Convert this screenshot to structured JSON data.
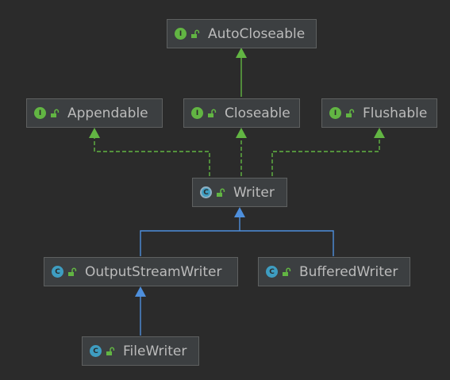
{
  "nodes": {
    "autocloseable": {
      "name": "AutoCloseable",
      "kind": "interface",
      "kind_letter": "I"
    },
    "appendable": {
      "name": "Appendable",
      "kind": "interface",
      "kind_letter": "I"
    },
    "closeable": {
      "name": "Closeable",
      "kind": "interface",
      "kind_letter": "I"
    },
    "flushable": {
      "name": "Flushable",
      "kind": "interface",
      "kind_letter": "I"
    },
    "writer": {
      "name": "Writer",
      "kind": "abstract-class",
      "kind_letter": "C"
    },
    "outputstreamwriter": {
      "name": "OutputStreamWriter",
      "kind": "class",
      "kind_letter": "C"
    },
    "bufferedwriter": {
      "name": "BufferedWriter",
      "kind": "class",
      "kind_letter": "C"
    },
    "filewriter": {
      "name": "FileWriter",
      "kind": "class",
      "kind_letter": "C"
    }
  },
  "colors": {
    "background": "#2b2b2b",
    "node_fill": "#3c3f41",
    "node_border": "#5e6060",
    "text": "#bbbbbb",
    "interface_badge": "#62b543",
    "class_badge": "#3e9dc1",
    "implements_edge": "#62b543",
    "extends_edge": "#4e8fdc"
  },
  "icons": {
    "lock": "unlocked-padlock-icon"
  },
  "edges": [
    {
      "from": "closeable",
      "to": "autocloseable",
      "type": "extends-interface"
    },
    {
      "from": "writer",
      "to": "appendable",
      "type": "implements"
    },
    {
      "from": "writer",
      "to": "closeable",
      "type": "implements"
    },
    {
      "from": "writer",
      "to": "flushable",
      "type": "implements"
    },
    {
      "from": "outputstreamwriter",
      "to": "writer",
      "type": "extends"
    },
    {
      "from": "bufferedwriter",
      "to": "writer",
      "type": "extends"
    },
    {
      "from": "filewriter",
      "to": "outputstreamwriter",
      "type": "extends"
    }
  ]
}
